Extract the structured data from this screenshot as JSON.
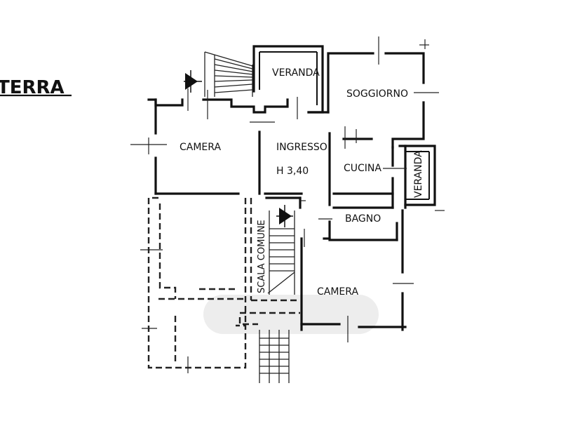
{
  "floor": {
    "heading": "TERRA"
  },
  "rooms": {
    "veranda_top": "VERANDA",
    "soggiorno": "SOGGIORNO",
    "camera_left": "CAMERA",
    "ingresso": "INGRESSO",
    "height": "H 3,40",
    "cucina": "CUCINA",
    "veranda_side": "VERANDA",
    "bagno": "BAGNO",
    "scala_comune": "SCALA COMUNE",
    "camera_bottom": "CAMERA"
  },
  "colors": {
    "ink": "#111111",
    "paper": "#ffffff"
  }
}
